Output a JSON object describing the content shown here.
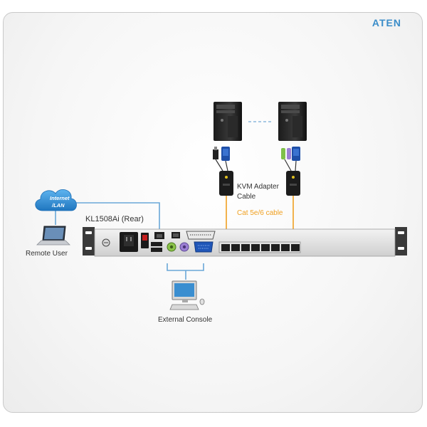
{
  "brand": "ATEN",
  "labels": {
    "model": "KL1508Ai (Rear)",
    "remote_user": "Remote User",
    "external_console": "External Console",
    "kvm_adapter_line1": "KVM Adapter",
    "kvm_adapter_line2": "Cable",
    "cat_cable": "Cat 5e/6 cable",
    "cloud_line1": "Internet",
    "cloud_line2": "/LAN"
  },
  "colors": {
    "accent_orange": "#f0a020",
    "cable_blue": "#6aa8d8",
    "cloud_blue": "#2f8fd6",
    "brand_blue": "#3b8dc9"
  },
  "icons": [
    "tower-computer-icon",
    "laptop-icon",
    "monitor-icon",
    "cloud-icon",
    "vga-connector-icon",
    "ps2-connector-icon",
    "kvm-adapter-dongle-icon",
    "rj45-port-icon",
    "power-socket-icon",
    "mouse-icon",
    "keyboard-icon"
  ]
}
